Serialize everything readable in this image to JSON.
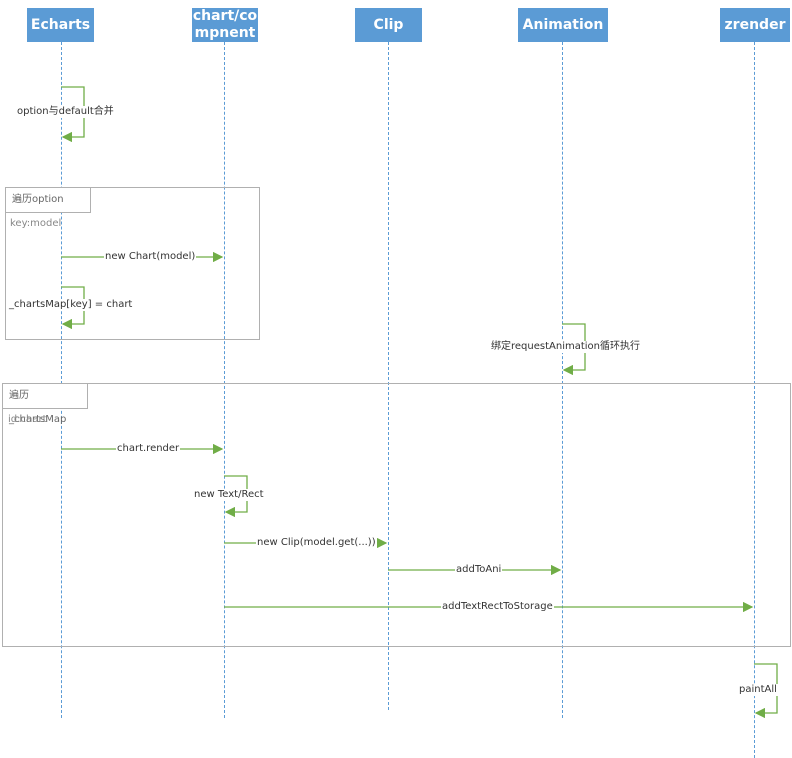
{
  "actors": [
    {
      "id": "echarts",
      "label": "Echarts"
    },
    {
      "id": "chart",
      "label": "chart/co\nmpnent"
    },
    {
      "id": "clip",
      "label": "Clip"
    },
    {
      "id": "animation",
      "label": "Animation"
    },
    {
      "id": "zrender",
      "label": "zrender"
    }
  ],
  "frames": [
    {
      "title": "遍历option",
      "guard": "key:model"
    },
    {
      "title": "遍历_chartsMap",
      "guard": "id:chart"
    }
  ],
  "messages": [
    {
      "label": "option与default合并"
    },
    {
      "label": "new Chart(model)"
    },
    {
      "label": "_chartsMap[key] = chart"
    },
    {
      "label": "绑定requestAnimation循环执行"
    },
    {
      "label": "chart.render"
    },
    {
      "label": "new Text/Rect"
    },
    {
      "label": "new Clip(model.get(...))"
    },
    {
      "label": "addToAni"
    },
    {
      "label": "addTextRectToStorage"
    },
    {
      "label": "paintAll"
    }
  ],
  "colors": {
    "actor": "#5b9bd5",
    "arrow": "#70ad47",
    "frame": "#b0b0b0"
  }
}
